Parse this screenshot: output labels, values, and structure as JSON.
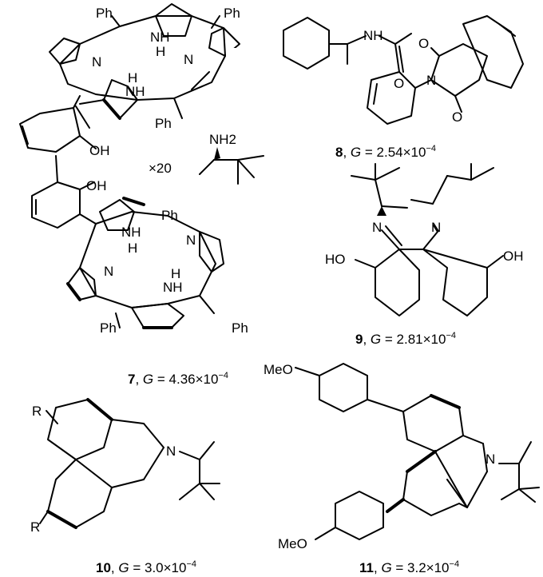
{
  "figure": {
    "compounds": [
      {
        "id": "7",
        "number": "7",
        "g_text": "G",
        "value": " = 4.36×10",
        "exp": "−4"
      },
      {
        "id": "8",
        "number": "8",
        "g_text": "G",
        "value": " = 2.54×10",
        "exp": "−4"
      },
      {
        "id": "9",
        "number": "9",
        "g_text": "G",
        "value": " = 2.81×10",
        "exp": "−4"
      },
      {
        "id": "10",
        "number": "10",
        "g_text": "G",
        "value": " = 3.0×10",
        "exp": "−4"
      },
      {
        "id": "11",
        "number": "11",
        "g_text": "G",
        "value": " = 3.2×10",
        "exp": "−4"
      }
    ],
    "multiplier": "×20",
    "labels": {
      "ph": "Ph",
      "n": "N",
      "nh": "NH",
      "h": "H",
      "oh": "OH",
      "ho": "HO",
      "nh2": "NH2",
      "o": "O",
      "r": "R",
      "meo": "MeO"
    }
  }
}
